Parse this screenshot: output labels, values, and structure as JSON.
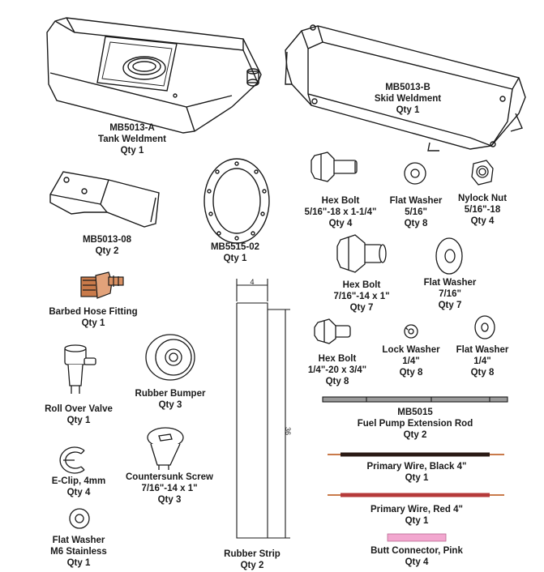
{
  "parts": [
    {
      "id": "tank",
      "lines": [
        "MB5013-A",
        "Tank Weldment",
        "Qty 1"
      ]
    },
    {
      "id": "skid",
      "lines": [
        "MB5013-B",
        "Skid Weldment",
        "Qty 1"
      ]
    },
    {
      "id": "bracket",
      "lines": [
        "MB5013-08",
        "Qty 2"
      ]
    },
    {
      "id": "gasket",
      "lines": [
        "MB5515-02",
        "Qty 1"
      ]
    },
    {
      "id": "hexbolt1",
      "lines": [
        "Hex Bolt",
        "5/16\"-18 x 1-1/4\"",
        "Qty 4"
      ]
    },
    {
      "id": "flatwasher1",
      "lines": [
        "Flat Washer",
        "5/16\"",
        "Qty 8"
      ]
    },
    {
      "id": "nylock",
      "lines": [
        "Nylock Nut",
        "5/16\"-18",
        "Qty 4"
      ]
    },
    {
      "id": "hexbolt2",
      "lines": [
        "Hex Bolt",
        "7/16\"-14 x 1\"",
        "Qty 7"
      ]
    },
    {
      "id": "flatwasher2",
      "lines": [
        "Flat Washer",
        "7/16\"",
        "Qty 7"
      ]
    },
    {
      "id": "hosefitting",
      "lines": [
        "Barbed Hose Fitting",
        "Qty 1"
      ]
    },
    {
      "id": "hexbolt3",
      "lines": [
        "Hex Bolt",
        "1/4\"-20 x 3/4\"",
        "Qty 8"
      ]
    },
    {
      "id": "lockwasher",
      "lines": [
        "Lock Washer",
        "1/4\"",
        "Qty 8"
      ]
    },
    {
      "id": "flatwasher3",
      "lines": [
        "Flat Washer",
        "1/4\"",
        "Qty 8"
      ]
    },
    {
      "id": "rollover",
      "lines": [
        "Roll Over Valve",
        "Qty 1"
      ]
    },
    {
      "id": "bumper",
      "lines": [
        "Rubber Bumper",
        "Qty 3"
      ]
    },
    {
      "id": "rod",
      "lines": [
        "MB5015",
        "Fuel Pump Extension Rod",
        "Qty 2"
      ]
    },
    {
      "id": "eclip",
      "lines": [
        "E-Clip, 4mm",
        "Qty 4"
      ]
    },
    {
      "id": "csk",
      "lines": [
        "Countersunk Screw",
        "7/16\"-14 x 1\"",
        "Qty 3"
      ]
    },
    {
      "id": "wireblack",
      "lines": [
        "Primary Wire, Black 4\"",
        "Qty 1"
      ]
    },
    {
      "id": "wirered",
      "lines": [
        "Primary Wire, Red 4\"",
        "Qty 1"
      ]
    },
    {
      "id": "m6washer",
      "lines": [
        "Flat Washer",
        "M6 Stainless",
        "Qty 1"
      ]
    },
    {
      "id": "strip",
      "lines": [
        "Rubber Strip",
        "Qty 2"
      ]
    },
    {
      "id": "buttconn",
      "lines": [
        "Butt Connector, Pink",
        "Qty 4"
      ]
    }
  ],
  "dimensions": {
    "strip_width": "4",
    "strip_length": "36"
  },
  "colors": {
    "line": "#1a1a1a",
    "wire_black": "#2b1b16",
    "wire_red": "#b53a3a",
    "butt_connector": "#f2a7cf",
    "copper": "#c97a4a"
  }
}
